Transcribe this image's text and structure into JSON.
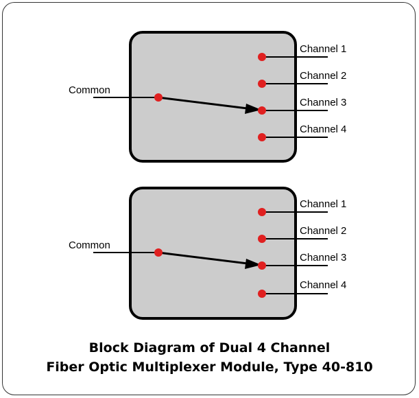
{
  "diagram": {
    "modules": [
      {
        "common_label": "Common",
        "channels": [
          "Channel 1",
          "Channel 2",
          "Channel 3",
          "Channel 4"
        ],
        "selected_channel": 3
      },
      {
        "common_label": "Common",
        "channels": [
          "Channel 1",
          "Channel 2",
          "Channel 3",
          "Channel 4"
        ],
        "selected_channel": 3
      }
    ],
    "colors": {
      "box_fill": "#cccccc",
      "box_stroke": "#000000",
      "port_dot": "#e02020",
      "line": "#000000"
    }
  },
  "caption": {
    "line1": "Block Diagram of Dual 4 Channel",
    "line2": "Fiber Optic Multiplexer Module, Type 40-810"
  }
}
